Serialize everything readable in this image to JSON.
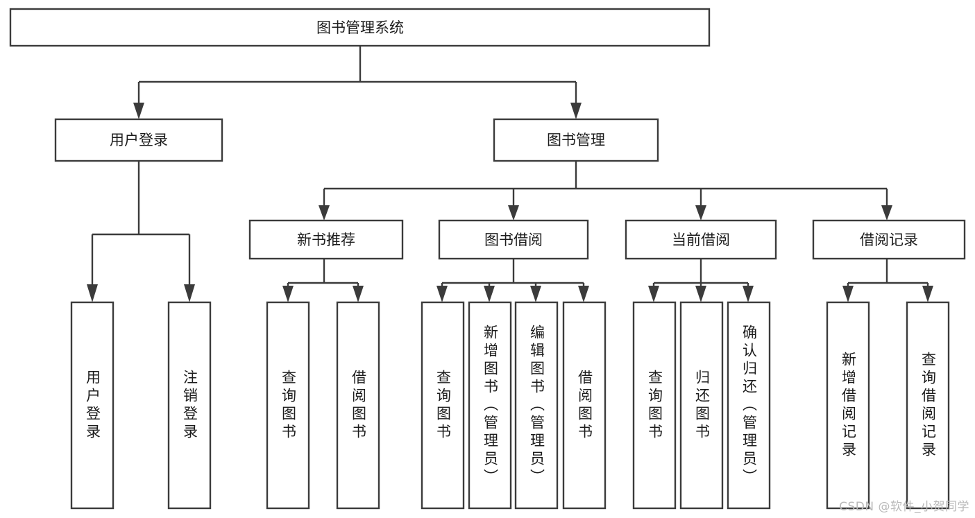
{
  "diagram": {
    "type": "hierarchy-tree",
    "title": "图书管理系统",
    "watermark": "CSDN @软件_小贺同学",
    "colors": {
      "stroke": "#3b3b3b",
      "box_fill": "#ffffff",
      "text": "#1c1c1c",
      "background": "#ffffff",
      "watermark": "#b9b9b9"
    },
    "root": {
      "label": "图书管理系统"
    },
    "level2": [
      {
        "label": "用户登录"
      },
      {
        "label": "图书管理"
      }
    ],
    "level3": [
      {
        "label": "新书推荐"
      },
      {
        "label": "图书借阅"
      },
      {
        "label": "当前借阅"
      },
      {
        "label": "借阅记录"
      }
    ],
    "leaves": {
      "user_login": [
        {
          "label": "用户登录"
        },
        {
          "label": "注销登录"
        }
      ],
      "new_book_recommend": [
        {
          "label": "查询图书"
        },
        {
          "label": "借阅图书"
        }
      ],
      "book_borrow": [
        {
          "label": "查询图书"
        },
        {
          "label": "新增图书（管理员）"
        },
        {
          "label": "编辑图书（管理员）"
        },
        {
          "label": "借阅图书"
        }
      ],
      "current_borrow": [
        {
          "label": "查询图书"
        },
        {
          "label": "归还图书"
        },
        {
          "label": "确认归还（管理员）"
        }
      ],
      "borrow_record": [
        {
          "label": "新增借阅记录"
        },
        {
          "label": "查询借阅记录"
        }
      ]
    }
  }
}
